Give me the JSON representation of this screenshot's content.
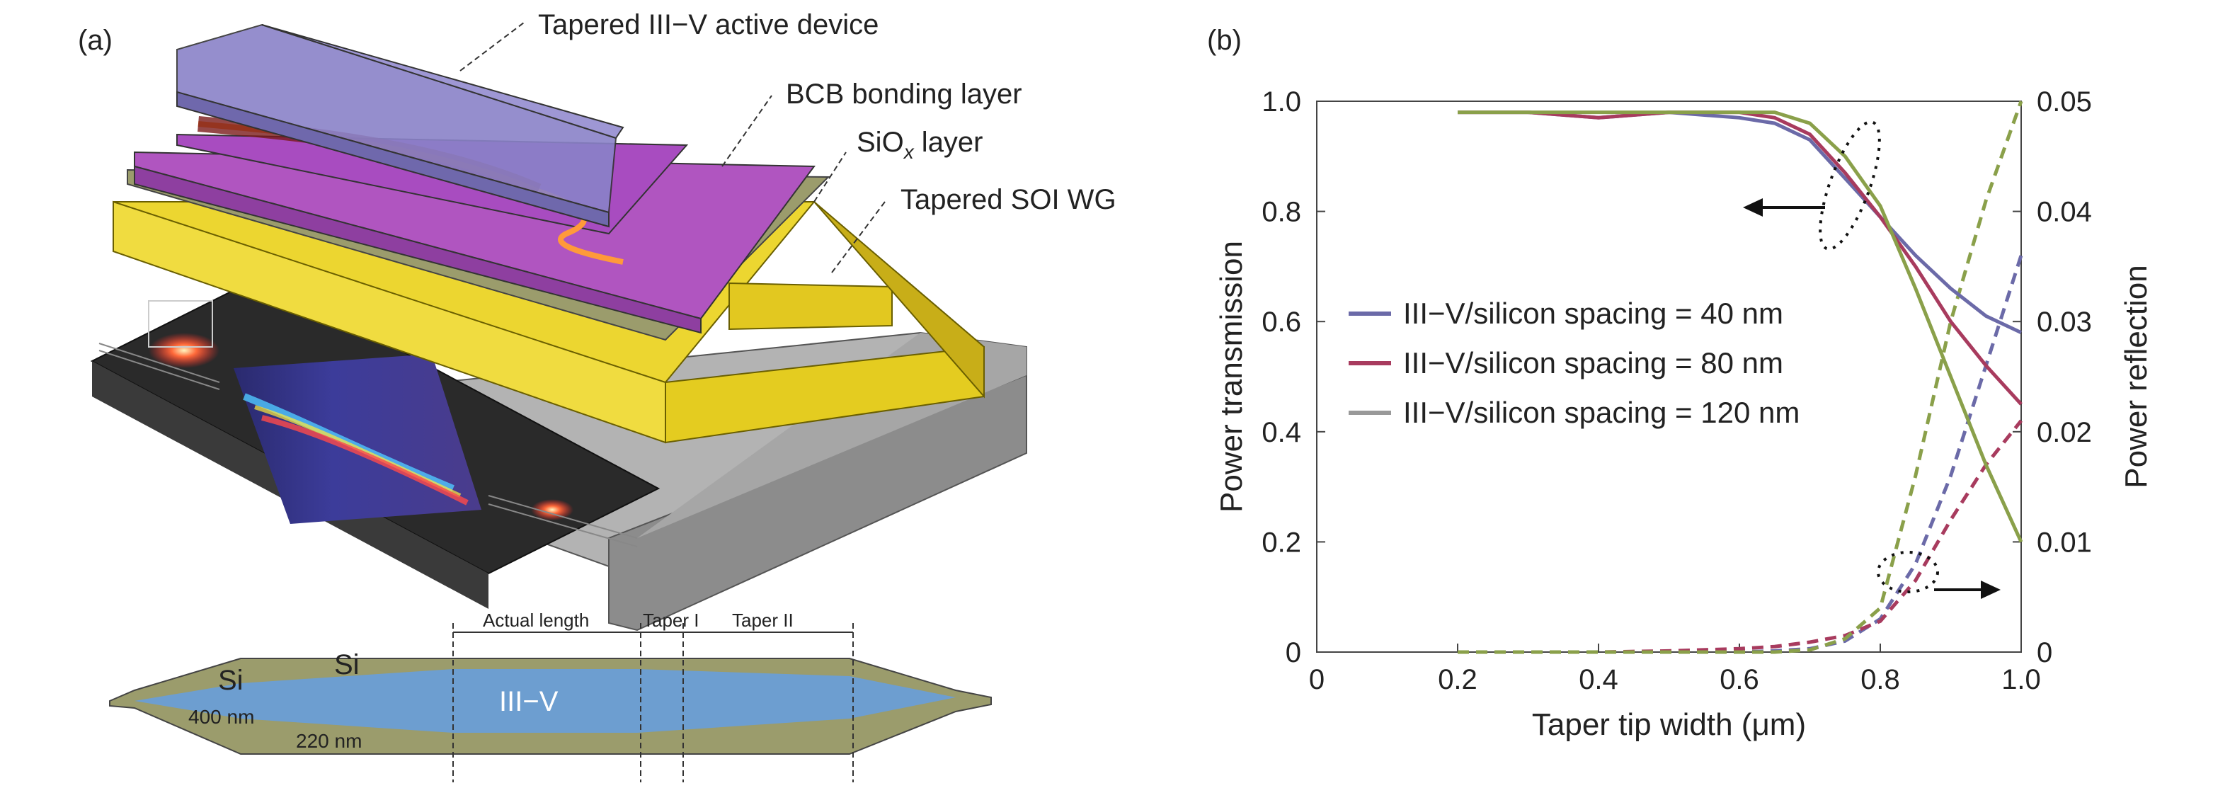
{
  "panel_a": {
    "label": "(a)",
    "callouts": {
      "active_device": "Tapered III−V active device",
      "bcb": "BCB bonding layer",
      "siox_main": "SiO",
      "siox_sub": "x",
      "siox_rest": " layer",
      "soi": "Tapered SOI WG"
    },
    "cross_section": {
      "si_left": "Si",
      "si_left_thickness": "400 nm",
      "si_inner": "Si",
      "si_inner_thickness": "220 nm",
      "core": "III−V",
      "sections": [
        "Actual length",
        "Taper I",
        "Taper II"
      ]
    },
    "colors": {
      "yellow": "#ecd630",
      "magenta": "#b055c0",
      "purple": "#8a82c8",
      "olive": "#9b9c6c",
      "blue_core": "#6a9ed6",
      "gray_substrate": "#9a9a9a"
    }
  },
  "panel_b": {
    "label": "(b)"
  },
  "chart_data": {
    "type": "line",
    "xlabel": "Taper tip width (μm)",
    "ylabel_left": "Power transmission",
    "ylabel_right": "Power reflection",
    "xlim": [
      0,
      1.0
    ],
    "ylim_left": [
      0,
      1.0
    ],
    "ylim_right": [
      0,
      0.05
    ],
    "x_ticks": [
      "0",
      "0.2",
      "0.4",
      "0.6",
      "0.8",
      "1.0"
    ],
    "y_left_ticks": [
      "0",
      "0.2",
      "0.4",
      "0.6",
      "0.8",
      "1.0"
    ],
    "y_right_ticks": [
      "0",
      "0.01",
      "0.02",
      "0.03",
      "0.04",
      "0.05"
    ],
    "legend_position": "center-left",
    "grid": false,
    "x": [
      0.2,
      0.3,
      0.4,
      0.5,
      0.6,
      0.65,
      0.7,
      0.75,
      0.8,
      0.85,
      0.9,
      0.95,
      1.0
    ],
    "series": [
      {
        "name": "III−V/silicon spacing = 40 nm",
        "color": "#6b6aa8",
        "transmission": [
          0.98,
          0.98,
          0.97,
          0.98,
          0.97,
          0.96,
          0.93,
          0.86,
          0.79,
          0.72,
          0.66,
          0.61,
          0.58
        ],
        "reflection": [
          0.0,
          0.0,
          0.0,
          0.0,
          0.0,
          0.0001,
          0.0003,
          0.001,
          0.003,
          0.008,
          0.016,
          0.026,
          0.036
        ]
      },
      {
        "name": "III−V/silicon spacing = 80 nm",
        "color": "#a83b5e",
        "transmission": [
          0.98,
          0.98,
          0.97,
          0.98,
          0.98,
          0.97,
          0.94,
          0.87,
          0.79,
          0.7,
          0.6,
          0.52,
          0.45
        ],
        "reflection": [
          0.0,
          0.0,
          0.0,
          0.0001,
          0.0003,
          0.0005,
          0.0009,
          0.0015,
          0.0028,
          0.0065,
          0.012,
          0.017,
          0.021
        ]
      },
      {
        "name": "III−V/silicon spacing = 120 nm",
        "color": "#8aa04a",
        "transmission": [
          0.98,
          0.98,
          0.98,
          0.98,
          0.98,
          0.98,
          0.96,
          0.9,
          0.81,
          0.66,
          0.5,
          0.34,
          0.2
        ],
        "reflection": [
          0.0,
          0.0,
          0.0,
          0.0,
          0.0,
          0.0,
          0.0002,
          0.0012,
          0.004,
          0.016,
          0.03,
          0.041,
          0.05
        ]
      }
    ],
    "legend_colors": [
      "#6b6aa8",
      "#a83b5e",
      "#999999"
    ]
  }
}
